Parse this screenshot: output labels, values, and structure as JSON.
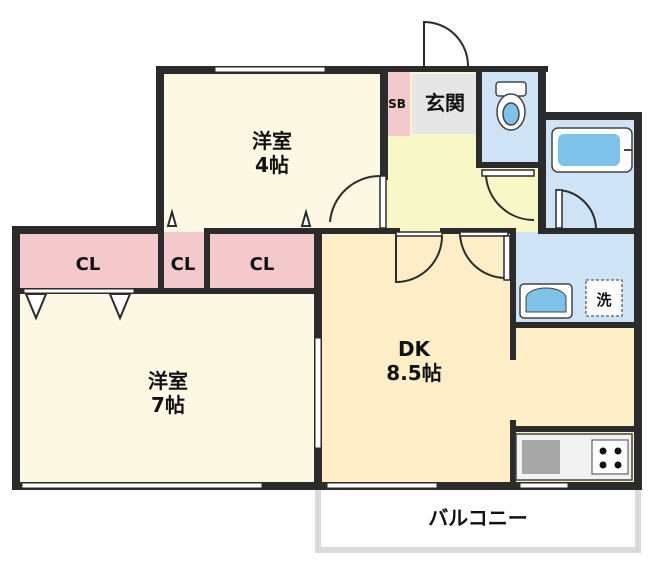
{
  "rooms": {
    "western_small": {
      "name": "洋室",
      "size": "4帖"
    },
    "western_large": {
      "name": "洋室",
      "size": "7帖"
    },
    "dk": {
      "name": "DK",
      "size": "8.5帖"
    },
    "entrance": {
      "name": "玄関"
    },
    "shoe_box": {
      "name": "SB"
    },
    "washer": {
      "name": "洗"
    },
    "balcony": {
      "name": "バルコニー"
    },
    "closets": [
      "CL",
      "CL",
      "CL"
    ]
  },
  "colors": {
    "western": "#fdf8e4",
    "dk": "#fdeec7",
    "entrance": "#f7f7c8",
    "closet": "#f3c9cb",
    "water": "#cfe3f6",
    "fixture": "#7ec2ea",
    "wall": "#2b2b2b",
    "balcony_border": "#d9d9d9"
  }
}
